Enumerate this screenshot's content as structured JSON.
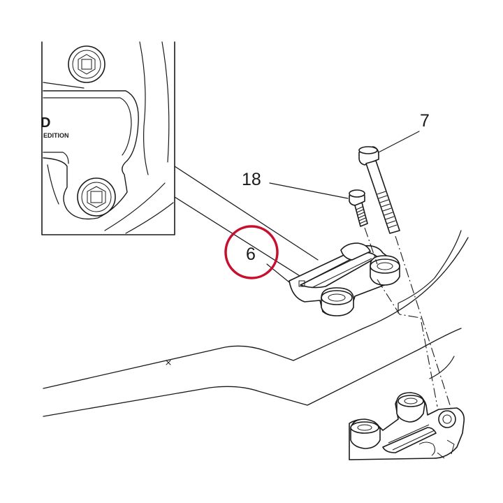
{
  "callouts": {
    "part_6": "6",
    "part_7": "7",
    "part_18": "18"
  },
  "inset": {
    "logo_fragment": "D",
    "edition_text": "EDITION"
  },
  "highlight": {
    "target": "part_6",
    "color": "#c8102e"
  },
  "colors": {
    "line": "#1a1a1a",
    "background": "#ffffff"
  }
}
